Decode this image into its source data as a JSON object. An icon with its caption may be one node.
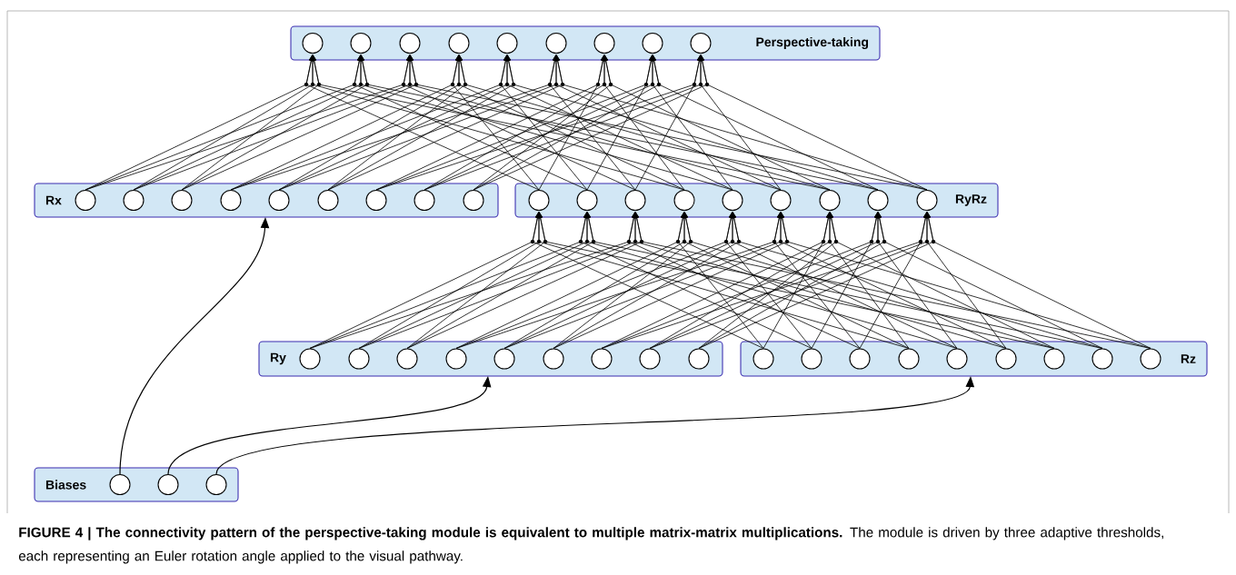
{
  "diagram": {
    "caption": "**FIGURE 4 | The connectivity pattern of the perspective-taking module is equivalent to multiple matrix-matrix multiplications.** The module is driven by three adaptive thresholds, each representing an Euler rotation angle applied to the visual pathway.",
    "nodes": [
      {
        "text": [
          "Perspective-taking"
        ]
      },
      {
        "text": [],
        "shape": "circle",
        "in": 0
      },
      {
        "text": [],
        "shape": "circle",
        "in": 0
      },
      {
        "text": [],
        "shape": "circle",
        "in": 0
      },
      {
        "text": [],
        "shape": "circle",
        "in": 0
      },
      {
        "text": [],
        "shape": "circle",
        "in": 0
      },
      {
        "text": [],
        "shape": "circle",
        "in": 0
      },
      {
        "text": [],
        "shape": "circle",
        "in": 0
      },
      {
        "text": [],
        "shape": "circle",
        "in": 0
      },
      {
        "text": [],
        "shape": "circle",
        "in": 0
      },
      {
        "text": [
          "Rx"
        ]
      },
      {
        "text": [],
        "shape": "circle",
        "in": 10
      },
      {
        "text": [],
        "shape": "circle",
        "in": 10
      },
      {
        "text": [],
        "shape": "circle",
        "in": 10
      },
      {
        "text": [],
        "shape": "circle",
        "in": 10
      },
      {
        "text": [],
        "shape": "circle",
        "in": 10
      },
      {
        "text": [],
        "shape": "circle",
        "in": 10
      },
      {
        "text": [],
        "shape": "circle",
        "in": 10
      },
      {
        "text": [],
        "shape": "circle",
        "in": 10
      },
      {
        "text": [],
        "shape": "circle",
        "in": 10
      },
      {
        "text": [
          "RyRz"
        ]
      },
      {
        "text": [],
        "shape": "circle",
        "in": 20
      },
      {
        "text": [],
        "shape": "circle",
        "in": 20
      },
      {
        "text": [],
        "shape": "circle",
        "in": 20
      },
      {
        "text": [],
        "shape": "circle",
        "in": 20
      },
      {
        "text": [],
        "shape": "circle",
        "in": 20
      },
      {
        "text": [],
        "shape": "circle",
        "in": 20
      },
      {
        "text": [],
        "shape": "circle",
        "in": 20
      },
      {
        "text": [],
        "shape": "circle",
        "in": 20
      },
      {
        "text": [],
        "shape": "circle",
        "in": 20
      },
      {
        "text": [
          "Ry"
        ]
      },
      {
        "text": [],
        "shape": "circle",
        "in": 30
      },
      {
        "text": [],
        "shape": "circle",
        "in": 30
      },
      {
        "text": [],
        "shape": "circle",
        "in": 30
      },
      {
        "text": [],
        "shape": "circle",
        "in": 30
      },
      {
        "text": [],
        "shape": "circle",
        "in": 30
      },
      {
        "text": [],
        "shape": "circle",
        "in": 30
      },
      {
        "text": [],
        "shape": "circle",
        "in": 30
      },
      {
        "text": [],
        "shape": "circle",
        "in": 30
      },
      {
        "text": [],
        "shape": "circle",
        "in": 30
      },
      {
        "text": [
          "Rz"
        ]
      },
      {
        "text": [],
        "shape": "circle",
        "in": 40
      },
      {
        "text": [],
        "shape": "circle",
        "in": 40
      },
      {
        "text": [],
        "shape": "circle",
        "in": 40
      },
      {
        "text": [],
        "shape": "circle",
        "in": 40
      },
      {
        "text": [],
        "shape": "circle",
        "in": 40
      },
      {
        "text": [],
        "shape": "circle",
        "in": 40
      },
      {
        "text": [],
        "shape": "circle",
        "in": 40
      },
      {
        "text": [],
        "shape": "circle",
        "in": 40
      },
      {
        "text": [],
        "shape": "circle",
        "in": 40
      },
      {
        "text": [
          "Biases"
        ]
      },
      {
        "text": [],
        "shape": "circle",
        "in": 50
      },
      {
        "text": [],
        "shape": "circle",
        "in": 50
      },
      {
        "text": [],
        "shape": "circle",
        "in": 50
      }
    ],
    "edges": [
      {
        "from": 11,
        "to": 1,
        "arrow": "to"
      },
      {
        "from": 21,
        "to": 1,
        "arrow": "to"
      },
      {
        "from": 12,
        "to": 1,
        "arrow": "to"
      },
      {
        "from": 24,
        "to": 1,
        "arrow": "to"
      },
      {
        "from": 13,
        "to": 1,
        "arrow": "to"
      },
      {
        "from": 27,
        "to": 1,
        "arrow": "to"
      },
      {
        "from": 11,
        "to": 2,
        "arrow": "to"
      },
      {
        "from": 22,
        "to": 2,
        "arrow": "to"
      },
      {
        "from": 12,
        "to": 2,
        "arrow": "to"
      },
      {
        "from": 25,
        "to": 2,
        "arrow": "to"
      },
      {
        "from": 13,
        "to": 2,
        "arrow": "to"
      },
      {
        "from": 28,
        "to": 2,
        "arrow": "to"
      },
      {
        "from": 11,
        "to": 3,
        "arrow": "to"
      },
      {
        "from": 23,
        "to": 3,
        "arrow": "to"
      },
      {
        "from": 12,
        "to": 3,
        "arrow": "to"
      },
      {
        "from": 26,
        "to": 3,
        "arrow": "to"
      },
      {
        "from": 13,
        "to": 3,
        "arrow": "to"
      },
      {
        "from": 29,
        "to": 3,
        "arrow": "to"
      },
      {
        "from": 14,
        "to": 4,
        "arrow": "to"
      },
      {
        "from": 21,
        "to": 4,
        "arrow": "to"
      },
      {
        "from": 15,
        "to": 4,
        "arrow": "to"
      },
      {
        "from": 24,
        "to": 4,
        "arrow": "to"
      },
      {
        "from": 16,
        "to": 4,
        "arrow": "to"
      },
      {
        "from": 27,
        "to": 4,
        "arrow": "to"
      },
      {
        "from": 14,
        "to": 5,
        "arrow": "to"
      },
      {
        "from": 22,
        "to": 5,
        "arrow": "to"
      },
      {
        "from": 15,
        "to": 5,
        "arrow": "to"
      },
      {
        "from": 25,
        "to": 5,
        "arrow": "to"
      },
      {
        "from": 16,
        "to": 5,
        "arrow": "to"
      },
      {
        "from": 28,
        "to": 5,
        "arrow": "to"
      },
      {
        "from": 14,
        "to": 6,
        "arrow": "to"
      },
      {
        "from": 23,
        "to": 6,
        "arrow": "to"
      },
      {
        "from": 15,
        "to": 6,
        "arrow": "to"
      },
      {
        "from": 26,
        "to": 6,
        "arrow": "to"
      },
      {
        "from": 16,
        "to": 6,
        "arrow": "to"
      },
      {
        "from": 29,
        "to": 6,
        "arrow": "to"
      },
      {
        "from": 17,
        "to": 7,
        "arrow": "to"
      },
      {
        "from": 21,
        "to": 7,
        "arrow": "to"
      },
      {
        "from": 18,
        "to": 7,
        "arrow": "to"
      },
      {
        "from": 24,
        "to": 7,
        "arrow": "to"
      },
      {
        "from": 19,
        "to": 7,
        "arrow": "to"
      },
      {
        "from": 27,
        "to": 7,
        "arrow": "to"
      },
      {
        "from": 17,
        "to": 8,
        "arrow": "to"
      },
      {
        "from": 22,
        "to": 8,
        "arrow": "to"
      },
      {
        "from": 18,
        "to": 8,
        "arrow": "to"
      },
      {
        "from": 25,
        "to": 8,
        "arrow": "to"
      },
      {
        "from": 19,
        "to": 8,
        "arrow": "to"
      },
      {
        "from": 28,
        "to": 8,
        "arrow": "to"
      },
      {
        "from": 17,
        "to": 9,
        "arrow": "to"
      },
      {
        "from": 23,
        "to": 9,
        "arrow": "to"
      },
      {
        "from": 18,
        "to": 9,
        "arrow": "to"
      },
      {
        "from": 26,
        "to": 9,
        "arrow": "to"
      },
      {
        "from": 19,
        "to": 9,
        "arrow": "to"
      },
      {
        "from": 29,
        "to": 9,
        "arrow": "to"
      },
      {
        "from": 31,
        "to": 21,
        "arrow": "to"
      },
      {
        "from": 41,
        "to": 21,
        "arrow": "to"
      },
      {
        "from": 32,
        "to": 21,
        "arrow": "to"
      },
      {
        "from": 44,
        "to": 21,
        "arrow": "to"
      },
      {
        "from": 33,
        "to": 21,
        "arrow": "to"
      },
      {
        "from": 47,
        "to": 21,
        "arrow": "to"
      },
      {
        "from": 31,
        "to": 22,
        "arrow": "to"
      },
      {
        "from": 42,
        "to": 22,
        "arrow": "to"
      },
      {
        "from": 32,
        "to": 22,
        "arrow": "to"
      },
      {
        "from": 45,
        "to": 22,
        "arrow": "to"
      },
      {
        "from": 33,
        "to": 22,
        "arrow": "to"
      },
      {
        "from": 48,
        "to": 22,
        "arrow": "to"
      },
      {
        "from": 31,
        "to": 23,
        "arrow": "to"
      },
      {
        "from": 43,
        "to": 23,
        "arrow": "to"
      },
      {
        "from": 32,
        "to": 23,
        "arrow": "to"
      },
      {
        "from": 46,
        "to": 23,
        "arrow": "to"
      },
      {
        "from": 33,
        "to": 23,
        "arrow": "to"
      },
      {
        "from": 49,
        "to": 23,
        "arrow": "to"
      },
      {
        "from": 34,
        "to": 24,
        "arrow": "to"
      },
      {
        "from": 41,
        "to": 24,
        "arrow": "to"
      },
      {
        "from": 35,
        "to": 24,
        "arrow": "to"
      },
      {
        "from": 44,
        "to": 24,
        "arrow": "to"
      },
      {
        "from": 36,
        "to": 24,
        "arrow": "to"
      },
      {
        "from": 47,
        "to": 24,
        "arrow": "to"
      },
      {
        "from": 34,
        "to": 25,
        "arrow": "to"
      },
      {
        "from": 42,
        "to": 25,
        "arrow": "to"
      },
      {
        "from": 35,
        "to": 25,
        "arrow": "to"
      },
      {
        "from": 45,
        "to": 25,
        "arrow": "to"
      },
      {
        "from": 36,
        "to": 25,
        "arrow": "to"
      },
      {
        "from": 48,
        "to": 25,
        "arrow": "to"
      },
      {
        "from": 34,
        "to": 26,
        "arrow": "to"
      },
      {
        "from": 43,
        "to": 26,
        "arrow": "to"
      },
      {
        "from": 35,
        "to": 26,
        "arrow": "to"
      },
      {
        "from": 46,
        "to": 26,
        "arrow": "to"
      },
      {
        "from": 36,
        "to": 26,
        "arrow": "to"
      },
      {
        "from": 49,
        "to": 26,
        "arrow": "to"
      },
      {
        "from": 37,
        "to": 27,
        "arrow": "to"
      },
      {
        "from": 41,
        "to": 27,
        "arrow": "to"
      },
      {
        "from": 38,
        "to": 27,
        "arrow": "to"
      },
      {
        "from": 44,
        "to": 27,
        "arrow": "to"
      },
      {
        "from": 39,
        "to": 27,
        "arrow": "to"
      },
      {
        "from": 47,
        "to": 27,
        "arrow": "to"
      },
      {
        "from": 37,
        "to": 28,
        "arrow": "to"
      },
      {
        "from": 42,
        "to": 28,
        "arrow": "to"
      },
      {
        "from": 38,
        "to": 28,
        "arrow": "to"
      },
      {
        "from": 45,
        "to": 28,
        "arrow": "to"
      },
      {
        "from": 39,
        "to": 28,
        "arrow": "to"
      },
      {
        "from": 48,
        "to": 28,
        "arrow": "to"
      },
      {
        "from": 37,
        "to": 29,
        "arrow": "to"
      },
      {
        "from": 43,
        "to": 29,
        "arrow": "to"
      },
      {
        "from": 38,
        "to": 29,
        "arrow": "to"
      },
      {
        "from": 46,
        "to": 29,
        "arrow": "to"
      },
      {
        "from": 39,
        "to": 29,
        "arrow": "to"
      },
      {
        "from": 49,
        "to": 29,
        "arrow": "to"
      },
      {
        "from": 51,
        "to": 10,
        "arrow": "to"
      },
      {
        "from": 52,
        "to": 30,
        "arrow": "to"
      },
      {
        "from": 53,
        "to": 40,
        "arrow": "to"
      }
    ]
  }
}
